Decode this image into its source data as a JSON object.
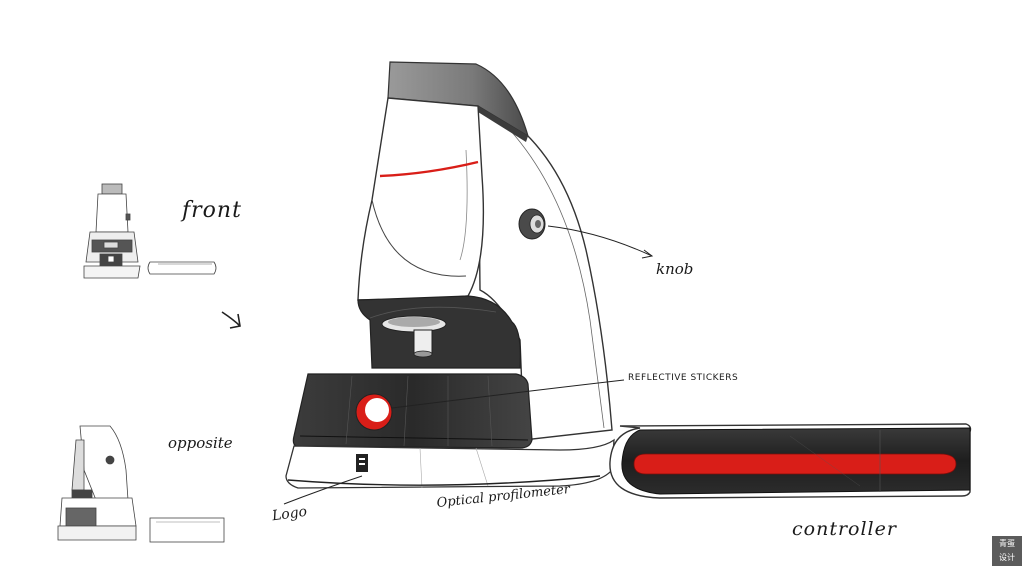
{
  "labels": {
    "front": "front",
    "opposite": "opposite",
    "knob": "knob",
    "reflective_stickers": "REFLECTIVE STICKERS",
    "logo": "Logo",
    "optical_profilometer": "Optical profilometer",
    "controller": "controller"
  },
  "colors": {
    "accent_red": "#d91e18",
    "body_dark": "#2e2e2e",
    "cap_gray": "#8a8a8a",
    "outline": "#333333"
  }
}
